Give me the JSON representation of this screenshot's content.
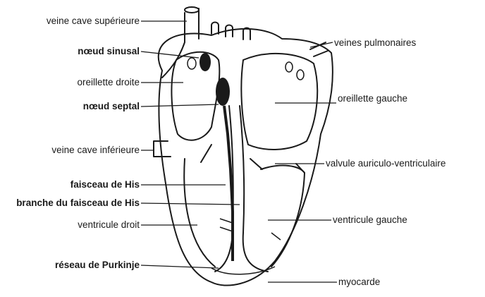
{
  "labels_left": {
    "veine_cave_superieure": "veine cave supérieure",
    "noeud_sinusal": "nœud sinusal",
    "oreillette_droite": "oreillette droite",
    "noeud_septal": "nœud septal",
    "veine_cave_inferieure": "veine cave inférieure",
    "faisceau_de_his": "faisceau de His",
    "branche_du_faisceau": "branche du faisceau de His",
    "ventricule_droit": "ventricule droit",
    "reseau_de_purkinje": "réseau de Purkinje"
  },
  "labels_right": {
    "veines_pulmonaires": "veines pulmonaires",
    "oreillette_gauche": "oreillette gauche",
    "valvule": "valvule auriculo-ventriculaire",
    "ventricule_gauche": "ventricule gauche",
    "myocarde": "myocarde"
  },
  "colors": {
    "ink": "#1a1a1a",
    "background": "#ffffff"
  }
}
